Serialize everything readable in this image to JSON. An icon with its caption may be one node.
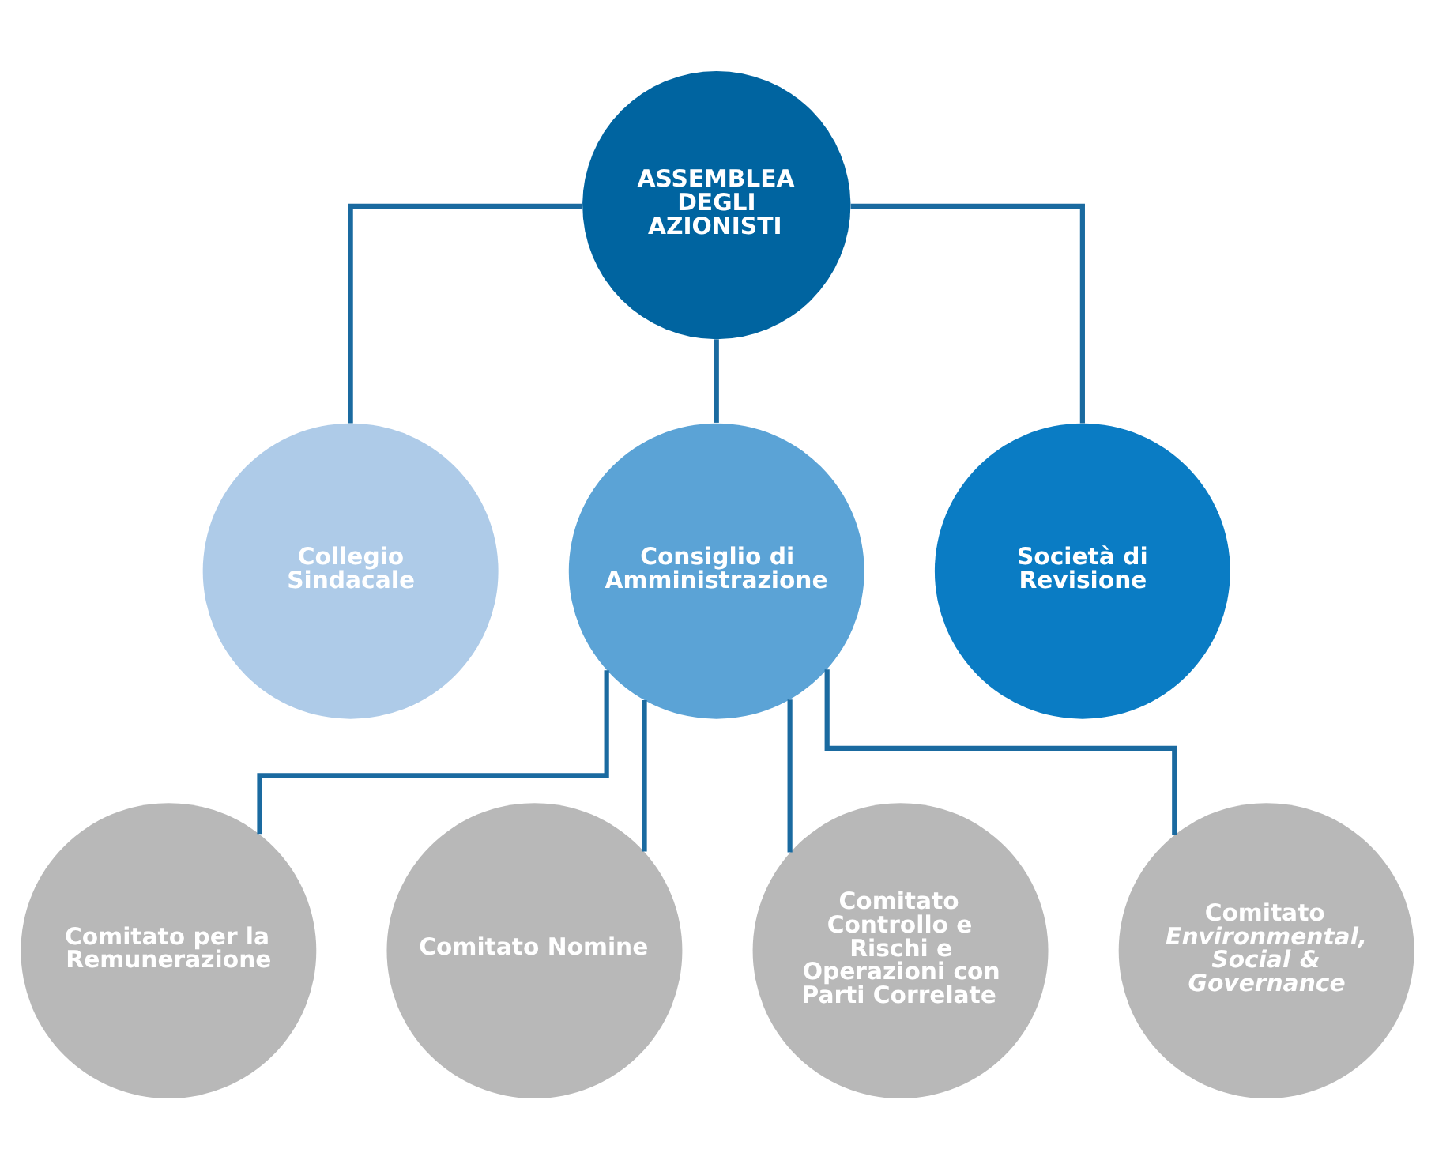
{
  "diagram": {
    "nodes": [
      {
        "text": [
          "ASSEMBLEA DEGLI AZIONISTI"
        ]
      },
      {
        "text": [
          "Collegio Sindacale"
        ]
      },
      {
        "text": [
          "Consiglio di Amministrazione"
        ]
      },
      {
        "text": [
          "Società di Revisione"
        ]
      },
      {
        "text": [
          "Comitato per la Remunerazione"
        ]
      },
      {
        "text": [
          "Comitato Nomine"
        ]
      },
      {
        "text": [
          "Comitato Controllo e Rischi e Operazioni con Parti Correlate"
        ]
      },
      {
        "text": [
          "Comitato *Environmental, Social & Governance*"
        ]
      }
    ],
    "edges": [
      {
        "from": 0,
        "to": 1,
        "arrow": "none"
      },
      {
        "from": 0,
        "to": 2,
        "arrow": "none"
      },
      {
        "from": 0,
        "to": 3,
        "arrow": "none"
      },
      {
        "from": 2,
        "to": 4,
        "arrow": "none"
      },
      {
        "from": 2,
        "to": 5,
        "arrow": "none"
      },
      {
        "from": 2,
        "to": 6,
        "arrow": "none"
      },
      {
        "from": 2,
        "to": 7,
        "arrow": "none"
      }
    ]
  }
}
